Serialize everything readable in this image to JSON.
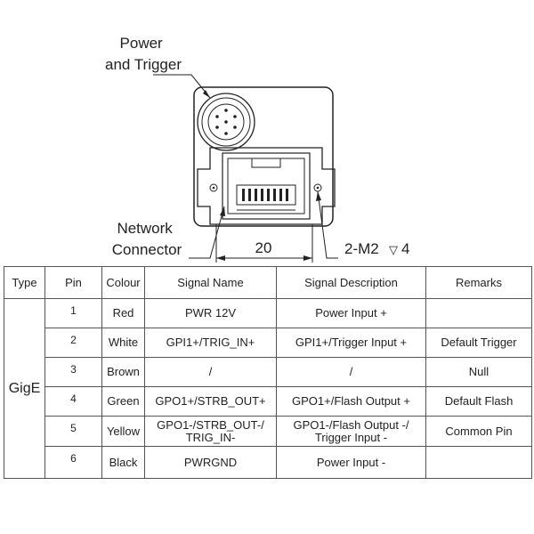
{
  "drawing": {
    "power_label": [
      "Power",
      "and Trigger"
    ],
    "network_label": [
      "Network",
      "Connector"
    ],
    "width_dimension": "20",
    "screw_callout": "2-M2",
    "screw_depth_symbol": "▽",
    "screw_depth": "4"
  },
  "table": {
    "headers": [
      "Type",
      "Pin",
      "Colour",
      "Signal Name",
      "Signal Description",
      "Remarks"
    ],
    "type": "GigE",
    "rows": [
      {
        "pin": "1",
        "colour": "Red",
        "signal_name": "PWR 12V",
        "description": "Power Input +",
        "remarks": ""
      },
      {
        "pin": "2",
        "colour": "White",
        "signal_name": "GPI1+/TRIG_IN+",
        "description": "GPI1+/Trigger Input +",
        "remarks": "Default Trigger"
      },
      {
        "pin": "3",
        "colour": "Brown",
        "signal_name": "/",
        "description": "/",
        "remarks": "Null"
      },
      {
        "pin": "4",
        "colour": "Green",
        "signal_name": "GPO1+/STRB_OUT+",
        "description": "GPO1+/Flash Output +",
        "remarks": "Default Flash"
      },
      {
        "pin": "5",
        "colour": "Yellow",
        "signal_name": "GPO1-/STRB_OUT-/ TRIG_IN-",
        "description": "GPO1-/Flash Output -/ Trigger Input -",
        "remarks": "Common Pin"
      },
      {
        "pin": "6",
        "colour": "Black",
        "signal_name": "PWRGND",
        "description": "Power Input  -",
        "remarks": ""
      }
    ]
  }
}
